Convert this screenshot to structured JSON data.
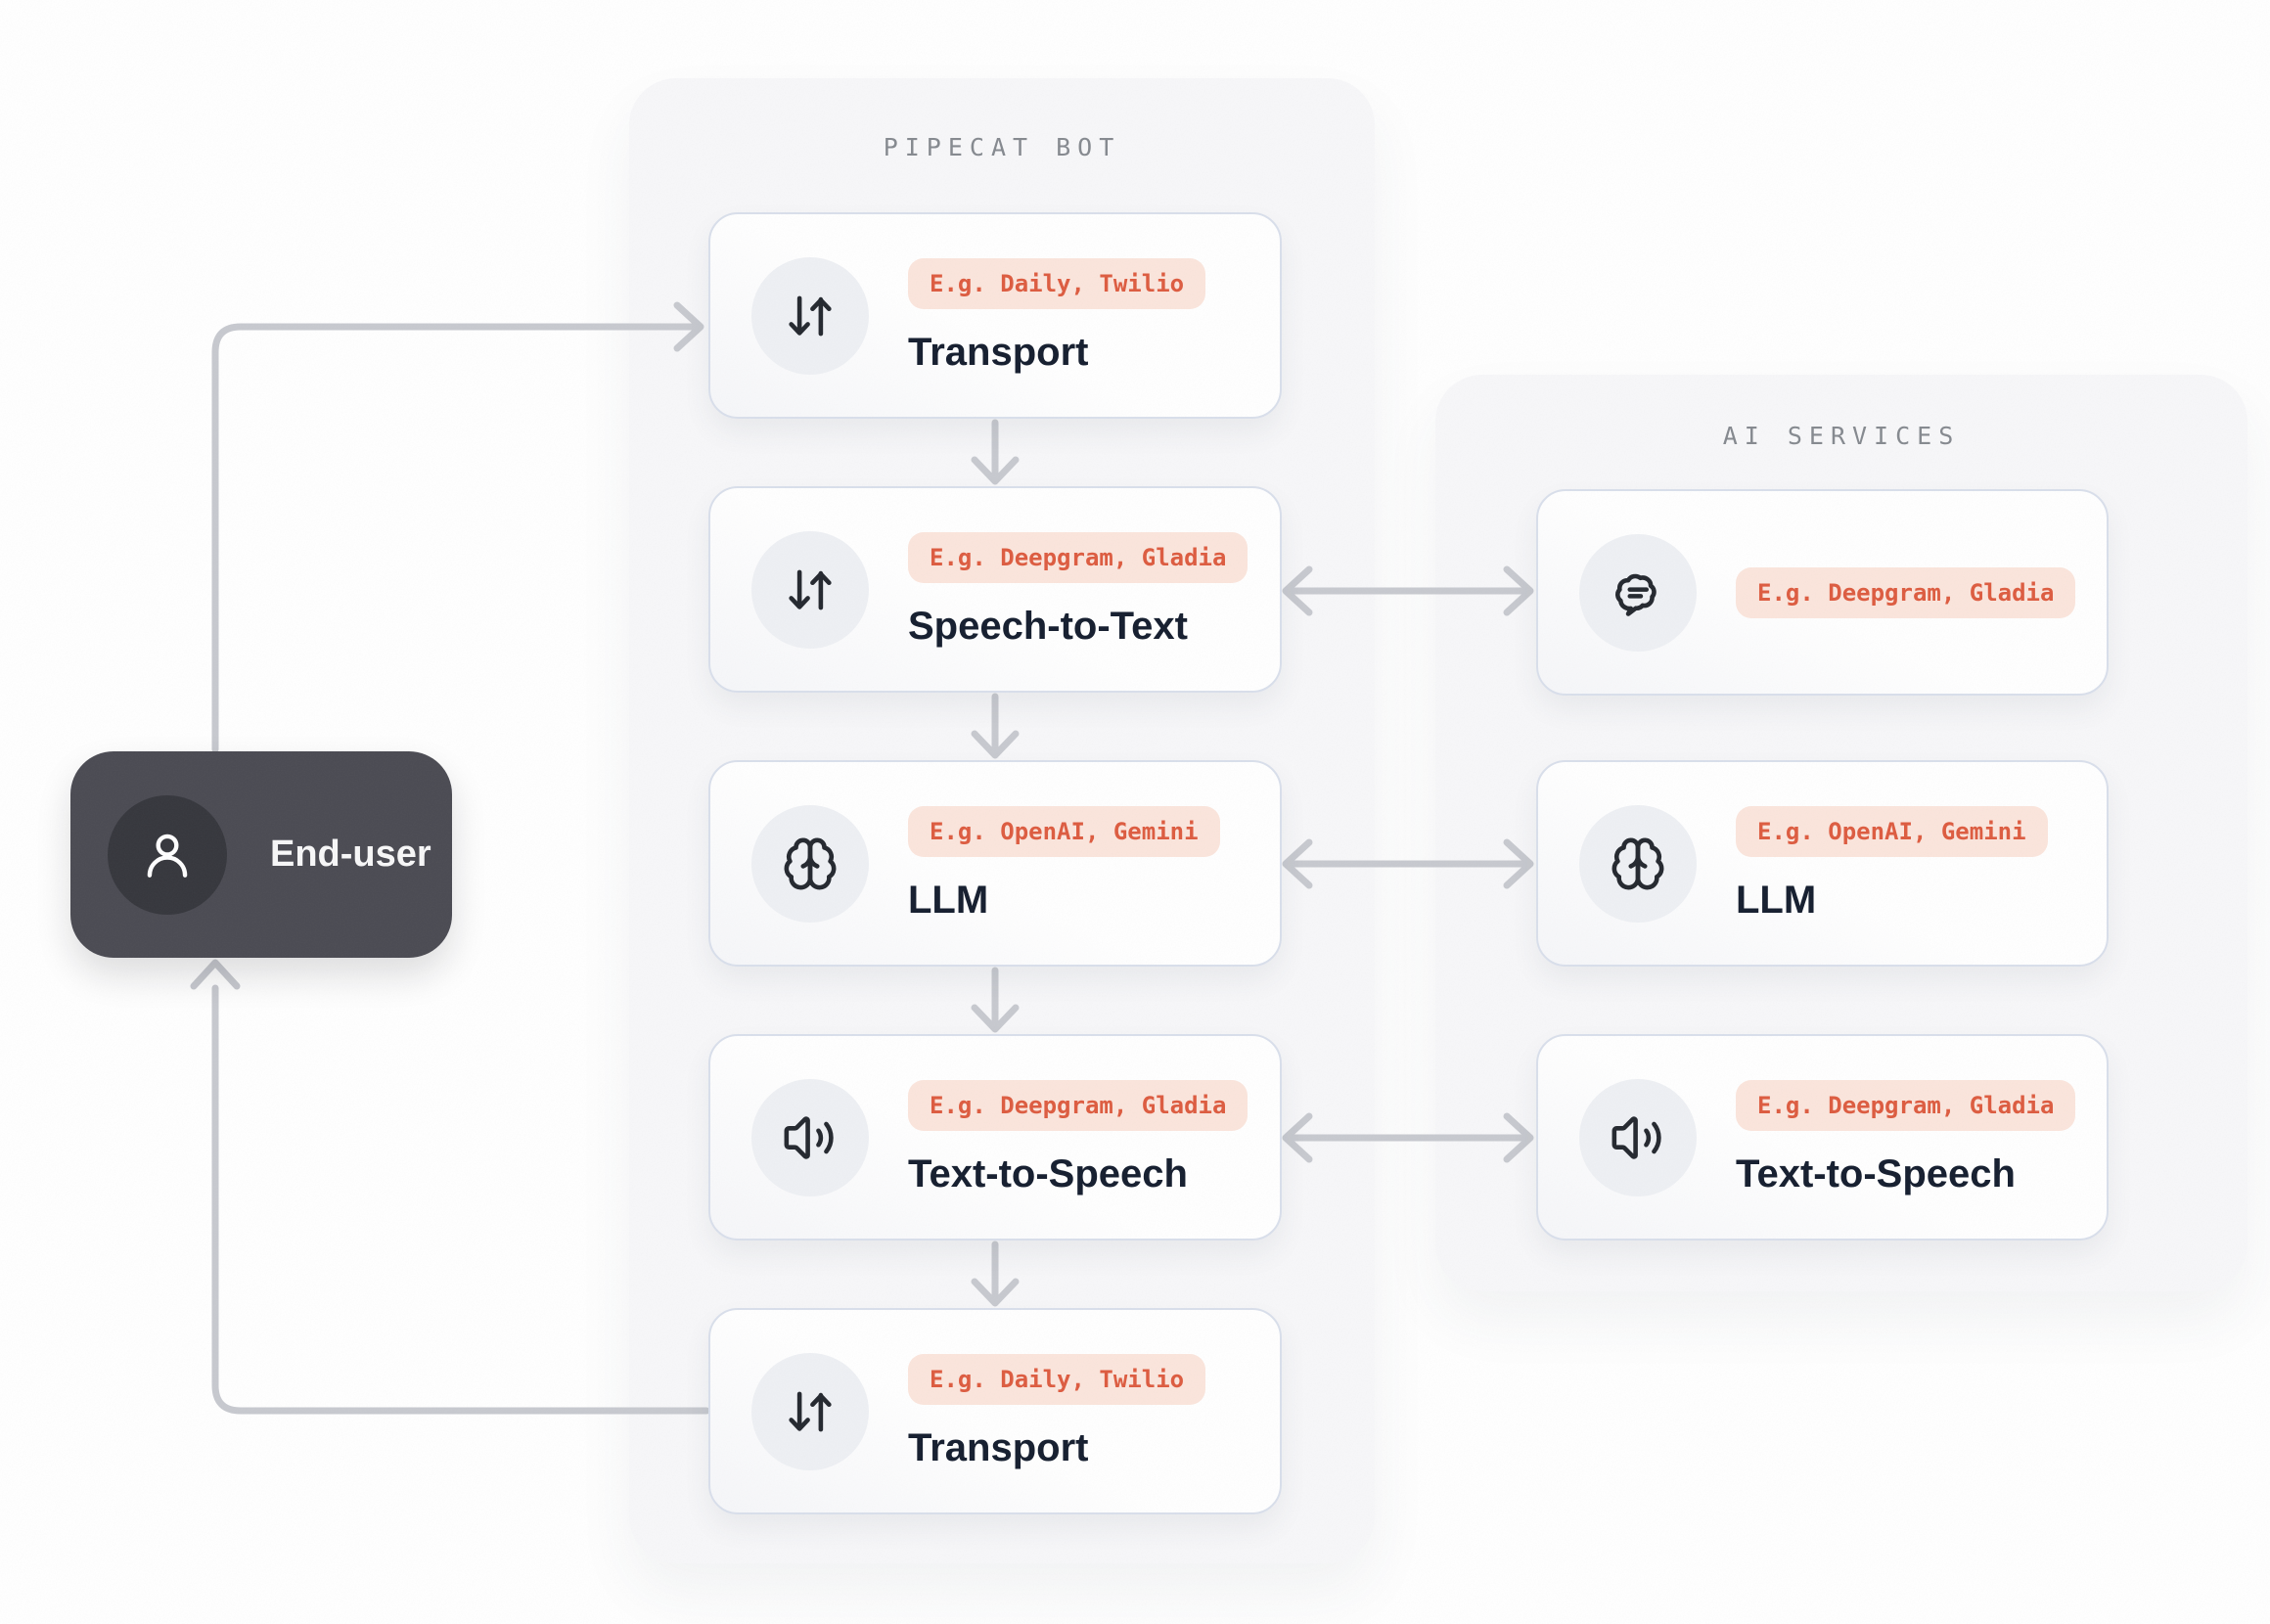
{
  "colors": {
    "page_bg": "#ffffff",
    "panel_bg": "#f7f7f9",
    "card_bg": "#ffffff",
    "card_border": "#d9dfeb",
    "icon_circle_bg": "#eef0f4",
    "icon_stroke": "#23272e",
    "badge_bg": "#fbe5dc",
    "badge_text": "#dd5b3f",
    "title_text": "#141d2e",
    "panel_label_text": "#85898f",
    "arrow": "#c7c9cf",
    "end_user_bg": "#4a4a52",
    "end_user_circle_bg": "#35363c",
    "end_user_text": "#f7f7f8"
  },
  "end_user": {
    "label": "End-user",
    "icon": "user-icon"
  },
  "pipecat_panel": {
    "title": "PIPECAT BOT",
    "cards": [
      {
        "id": "transport-in",
        "icon": "transport-arrows-icon",
        "badge": "E.g. Daily, Twilio",
        "title": "Transport"
      },
      {
        "id": "speech-to-text",
        "icon": "transport-arrows-icon",
        "badge": "E.g. Deepgram, Gladia",
        "title": "Speech-to-Text"
      },
      {
        "id": "llm",
        "icon": "brain-icon",
        "badge": "E.g. OpenAI, Gemini",
        "title": "LLM"
      },
      {
        "id": "text-to-speech",
        "icon": "speaker-icon",
        "badge": "E.g. Deepgram, Gladia",
        "title": "Text-to-Speech"
      },
      {
        "id": "transport-out",
        "icon": "transport-arrows-icon",
        "badge": "E.g. Daily, Twilio",
        "title": "Transport"
      }
    ]
  },
  "ai_services_panel": {
    "title": "AI SERVICES",
    "cards": [
      {
        "id": "stt-service",
        "icon": "speech-bubble-icon",
        "badge": "E.g. Deepgram, Gladia",
        "title": ""
      },
      {
        "id": "llm-service",
        "icon": "brain-icon",
        "badge": "E.g. OpenAI, Gemini",
        "title": "LLM"
      },
      {
        "id": "tts-service",
        "icon": "speaker-icon",
        "badge": "E.g. Deepgram, Gladia",
        "title": "Text-to-Speech"
      }
    ]
  }
}
